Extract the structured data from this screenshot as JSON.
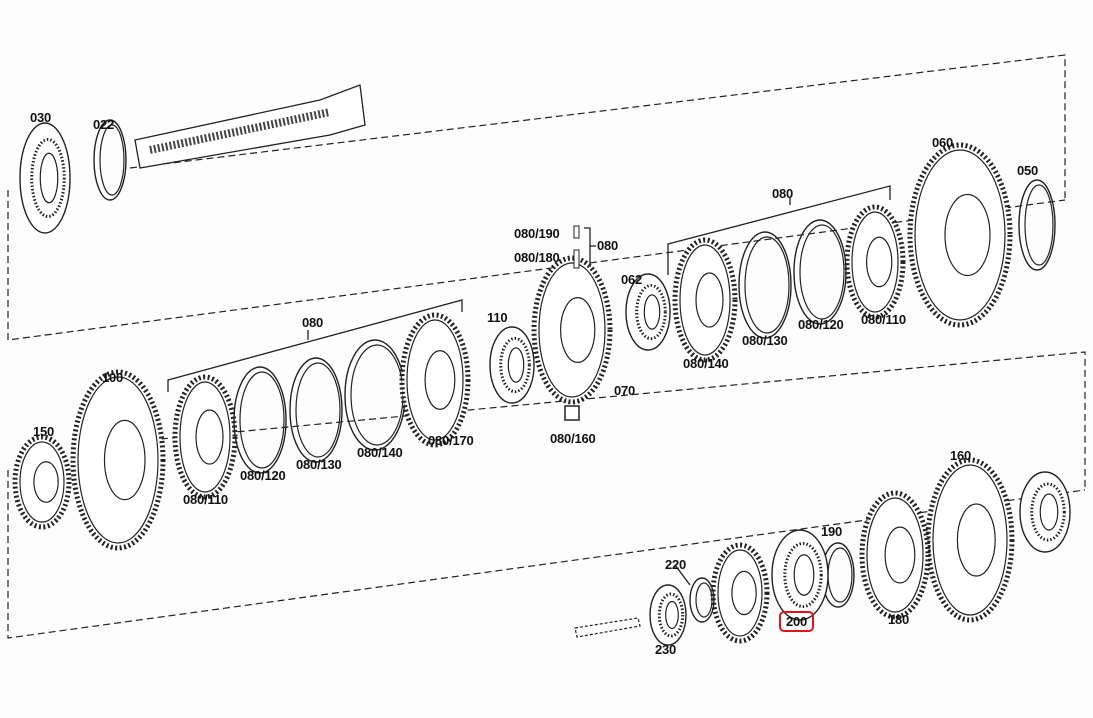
{
  "diagram": {
    "highlight_color": "#e0141c",
    "labels": {
      "p030": "030",
      "p022": "022",
      "p060": "060",
      "p050": "050",
      "p080_top": "080",
      "p080_190": "080/190",
      "p080_180": "080/180",
      "p080_grp": "080",
      "p062": "062",
      "p110": "110",
      "p070": "070",
      "p080_160": "080/160",
      "p080_140a": "080/140",
      "p080_130a": "080/130",
      "p080_120a": "080/120",
      "p080_110a": "080/110",
      "p080_mid": "080",
      "p100": "100",
      "p150": "150",
      "p080_110b": "080/110",
      "p080_120b": "080/120",
      "p080_130b": "080/130",
      "p080_140b": "080/140",
      "p080_170": "080/170",
      "p160": "160",
      "p190": "190",
      "p220": "220",
      "p200": "200",
      "p180": "180",
      "p230": "230"
    }
  }
}
